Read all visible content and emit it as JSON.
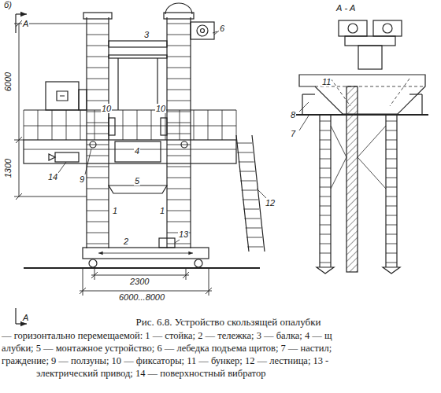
{
  "diagram": {
    "caption": "Рис. 6.8. Устройство скользящей опалубки",
    "labels": [
      "б)",
      "А",
      "А - А",
      "6",
      "3",
      "10",
      "10",
      "4",
      "5",
      "1",
      "1",
      "2",
      "13",
      "14",
      "9",
      "12",
      "11",
      "8",
      "7",
      "6000",
      "1300",
      "2300",
      "6000...8000",
      "А",
      "— горизонтально перемещаемой: 1 — стойка; 2 — тележка; 3 — балка; 4 — щ",
      "алубки; 5 — монтажное устройство; 6 — лебедка подъема щитов; 7 — настил;",
      "граждение; 9 — ползуны; 10 — фиксаторы; 11 — бункер; 12 — лестница; 13 -",
      "электрический привод; 14 — поверхностный вибратор"
    ]
  }
}
